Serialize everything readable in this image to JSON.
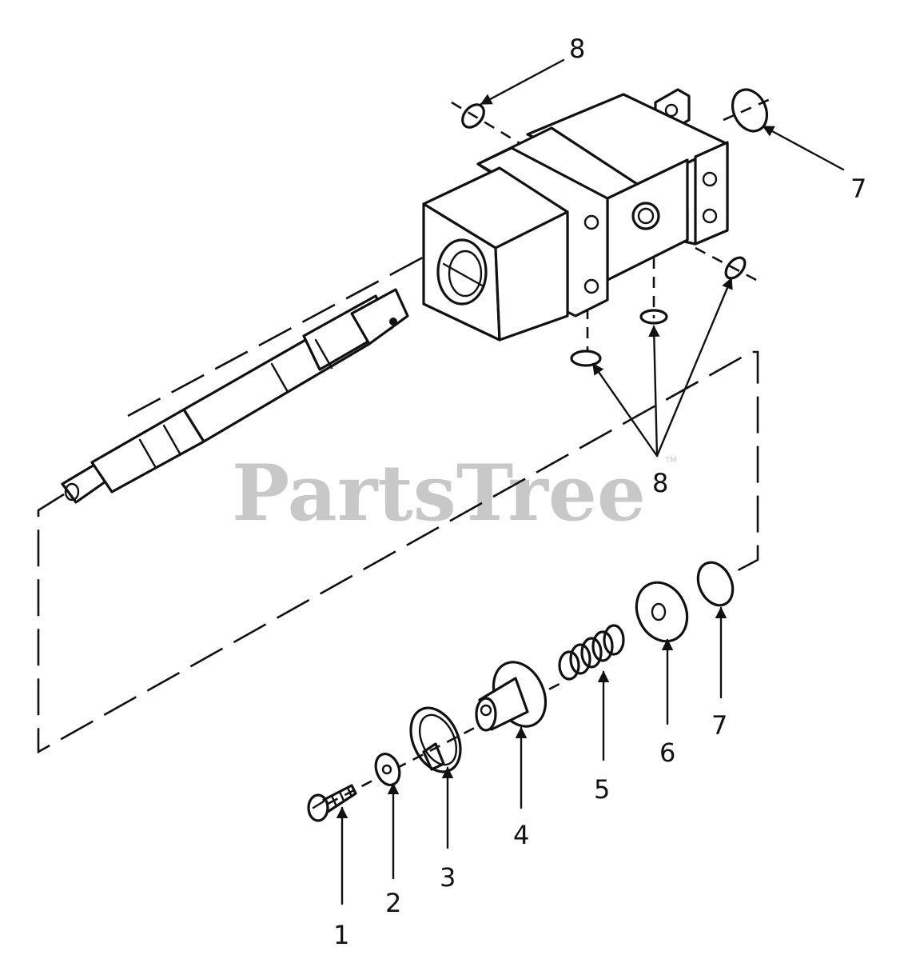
{
  "watermark": {
    "text": "PartsTree",
    "mark": "TM"
  },
  "callouts": {
    "c1": "1",
    "c2": "2",
    "c3": "3",
    "c4": "4",
    "c5": "5",
    "c6": "6",
    "c7_lower": "7",
    "c7_upper": "7",
    "c8_top": "8",
    "c8_group": "8"
  },
  "parts": [
    {
      "number": "1",
      "name": "screw"
    },
    {
      "number": "2",
      "name": "washer"
    },
    {
      "number": "3",
      "name": "spring-clip"
    },
    {
      "number": "4",
      "name": "cap"
    },
    {
      "number": "5",
      "name": "spring"
    },
    {
      "number": "6",
      "name": "seat"
    },
    {
      "number": "7",
      "name": "o-ring-large"
    },
    {
      "number": "8",
      "name": "o-ring-small"
    }
  ]
}
